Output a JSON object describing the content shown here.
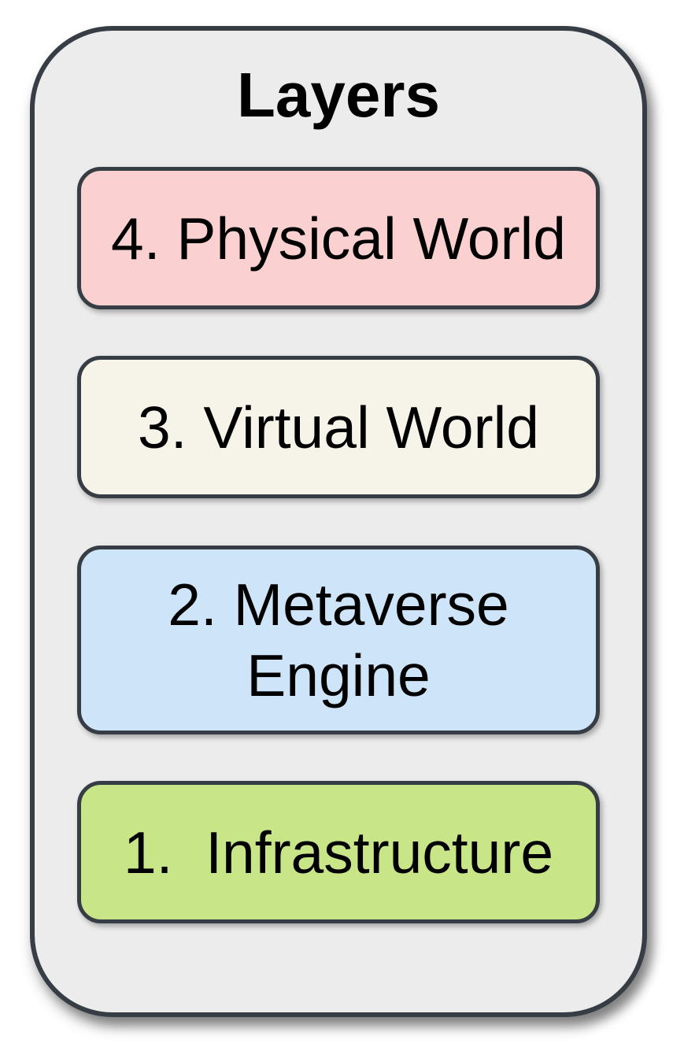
{
  "diagram": {
    "title": "Layers",
    "container_fill": "#ececec",
    "border_color": "#373d45",
    "text_color": "#000000",
    "layers": [
      {
        "label": "4. Physical World",
        "fill": "#fbd0d0"
      },
      {
        "label": "3. Virtual World",
        "fill": "#f6f3e9"
      },
      {
        "label": "2. Metaverse Engine",
        "fill": "#cee4f9"
      },
      {
        "label": "1.  Infrastructure",
        "fill": "#c8e687"
      }
    ]
  }
}
